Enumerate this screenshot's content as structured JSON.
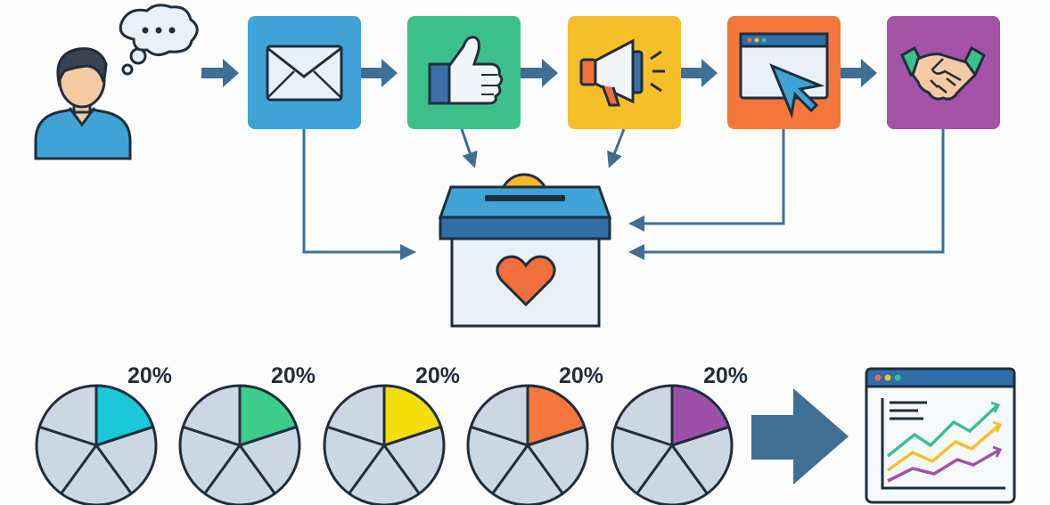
{
  "diagram": {
    "person": {
      "icon": "person-with-thought-bubble-icon"
    },
    "touchpoints": [
      {
        "name": "email",
        "icon": "envelope-icon",
        "color": "#3fa3d8"
      },
      {
        "name": "social",
        "icon": "thumbs-up-icon",
        "color": "#3dbf8c"
      },
      {
        "name": "advertising",
        "icon": "megaphone-icon",
        "color": "#f6bf2a"
      },
      {
        "name": "website",
        "icon": "browser-cursor-icon",
        "color": "#f5773c"
      },
      {
        "name": "partnership",
        "icon": "handshake-icon",
        "color": "#a352a7"
      }
    ],
    "donation_box": {
      "icon": "donation-box-heart-icon",
      "coin_color": "#f4b728",
      "heart_color": "#f36e3d"
    },
    "attribution": [
      {
        "label": "20%",
        "value": 20,
        "color": "#19c9d9"
      },
      {
        "label": "20%",
        "value": 20,
        "color": "#3dcc8a"
      },
      {
        "label": "20%",
        "value": 20,
        "color": "#f5dd0a"
      },
      {
        "label": "20%",
        "value": 20,
        "color": "#f5773c"
      },
      {
        "label": "20%",
        "value": 20,
        "color": "#9e50a8"
      }
    ],
    "result": {
      "icon": "growth-chart-window-icon"
    }
  }
}
